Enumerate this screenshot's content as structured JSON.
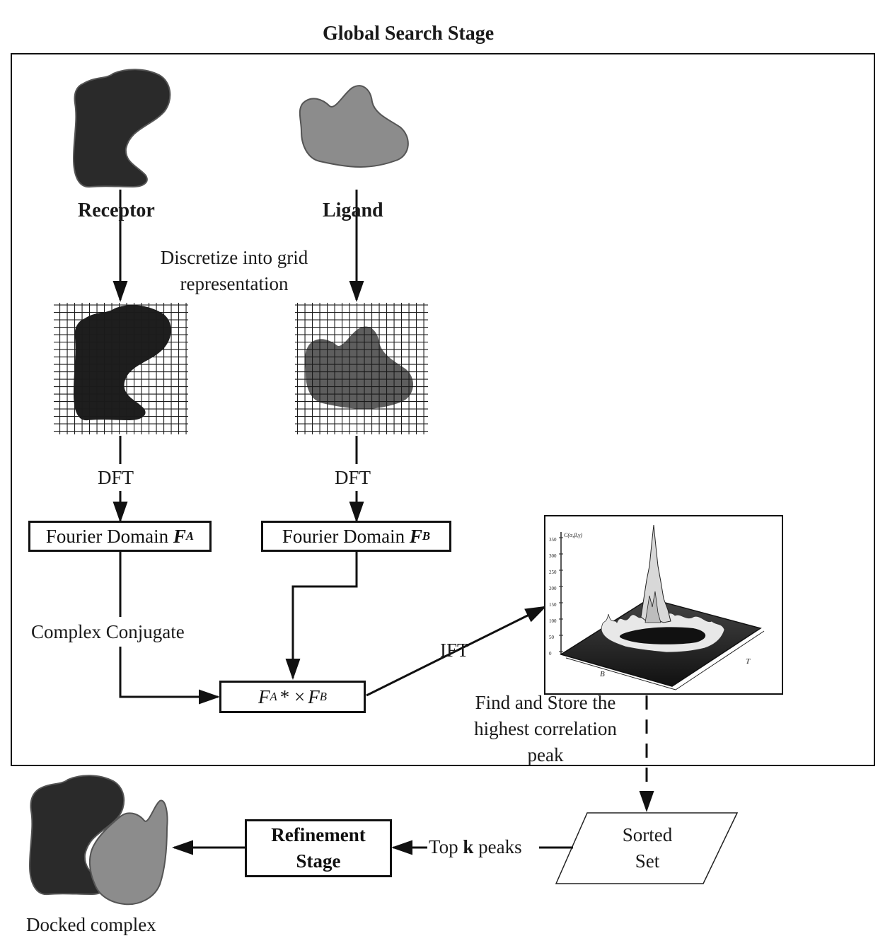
{
  "title": "Global Search Stage",
  "nodes": {
    "receptor_label": "Receptor",
    "ligand_label": "Ligand",
    "discretize_label": "Discretize into grid representation",
    "dft_left": "DFT",
    "dft_right": "DFT",
    "fourier_a": {
      "text": "Fourier Domain ",
      "symbol": "F",
      "sub": "A"
    },
    "fourier_b": {
      "text": "Fourier Domain ",
      "symbol": "F",
      "sub": "B"
    },
    "complex_conjugate": "Complex Conjugate",
    "product": {
      "f1": "F",
      "sub1": "A",
      "op": "* ×",
      "f2": "F",
      "sub2": "B"
    },
    "ift": "IFT",
    "find_store": "Find and Store the highest correlation peak",
    "sorted_set": "Sorted Set",
    "top_k": {
      "prefix": "Top ",
      "k": "k",
      "suffix": " peaks"
    },
    "refinement": "Refinement Stage",
    "docked_complex": "Docked complex"
  },
  "plot_labels": {
    "z_axis_name": "C(α,β,γ)",
    "z_ticks": [
      "350",
      "300",
      "250",
      "200",
      "150",
      "100",
      "50",
      "0"
    ],
    "x_axis": "B",
    "y_axis": "T"
  },
  "colors": {
    "receptor": "#2a2a2a",
    "ligand": "#8c8c8c",
    "grid_line": "#1a1a1a",
    "frame": "#111111"
  }
}
